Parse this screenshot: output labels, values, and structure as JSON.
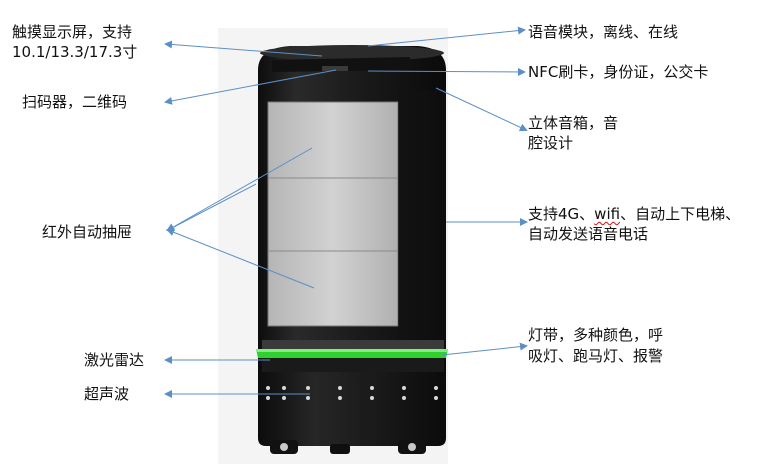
{
  "labels": {
    "touch_display_line1": "触摸显示屏，支持",
    "touch_display_line2": "10.1/13.3/17.3寸",
    "scanner": "扫码器，二维码",
    "infrared_drawer": "红外自动抽屉",
    "lidar": "激光雷达",
    "ultrasonic": "超声波",
    "voice_module": "语音模块，离线、在线",
    "nfc": "NFC刷卡，身份证，公交卡",
    "speaker_line1": "立体音箱，音",
    "speaker_line2": "腔设计",
    "connectivity_line1_pre": "支持4G、",
    "connectivity_line1_wifi": "wifi",
    "connectivity_line1_post": "、自动上下电梯、",
    "connectivity_line2": "自动发送语音电话",
    "lightbar_line1": "灯带，多种颜色，呼",
    "lightbar_line2": "吸灯、跑马灯、报警"
  },
  "colors": {
    "arrow": "#5b8fc7",
    "body": "#1c1c1c",
    "panel": "#c4c4c4",
    "led_strip": "#2fd12f"
  }
}
